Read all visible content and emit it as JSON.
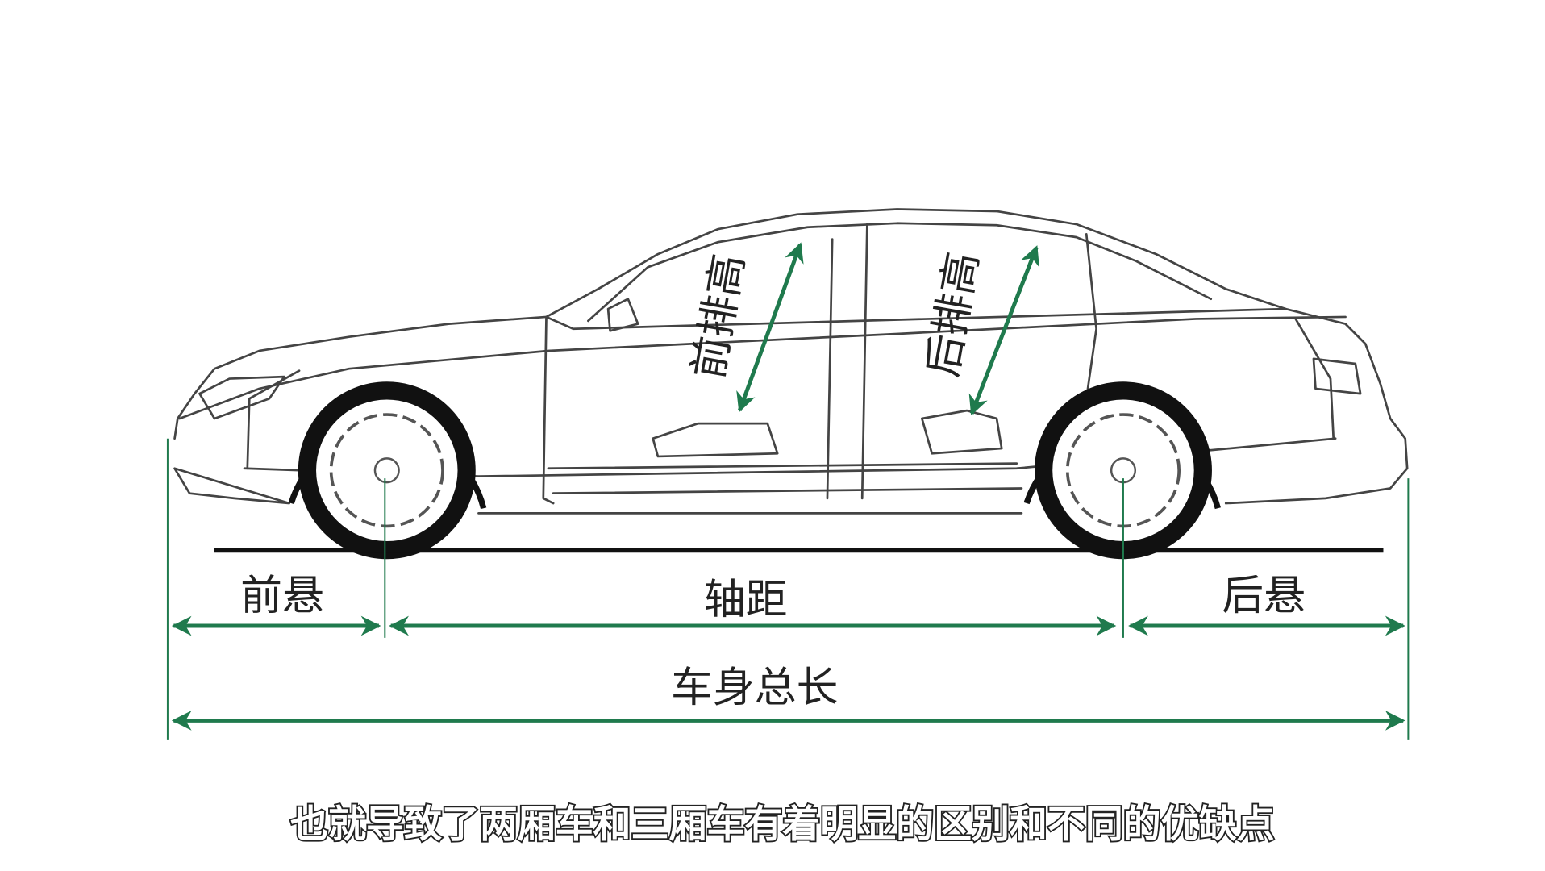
{
  "diagram": {
    "labels": {
      "front_overhang": "前悬",
      "wheelbase": "轴距",
      "rear_overhang": "后悬",
      "overall_length": "车身总长",
      "front_row_height": "前排高",
      "rear_row_height": "后排高"
    },
    "colors": {
      "dimension": "#1f7a4d",
      "line": "#444444",
      "ground": "#111111"
    }
  },
  "subtitle": "也就导致了两厢车和三厢车有着明显的区别和不同的优缺点"
}
